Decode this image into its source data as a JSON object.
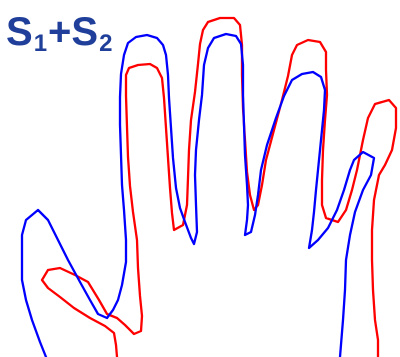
{
  "figure": {
    "title": {
      "letter_1": "S",
      "sub_1": "1",
      "operator": "+",
      "letter_2": "S",
      "sub_2": "2"
    },
    "contours": [
      {
        "id": "s1",
        "color": "#ff0000"
      },
      {
        "id": "s2",
        "color": "#0000ff"
      }
    ]
  }
}
